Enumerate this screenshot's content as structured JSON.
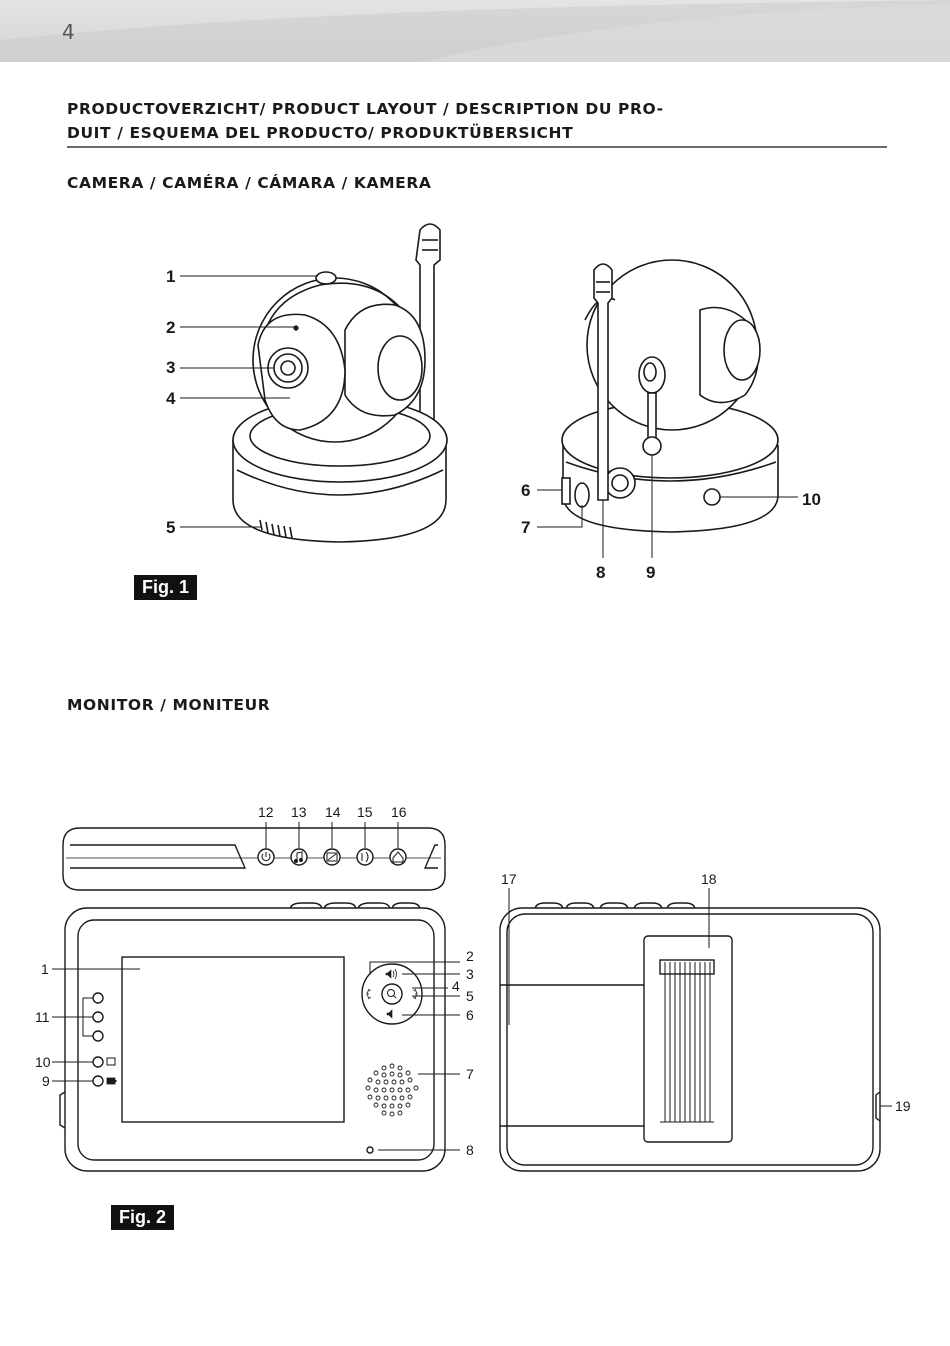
{
  "header": {
    "page_number": "4"
  },
  "title": {
    "line1": "PRODUCTOVERZICHT/ PRODUCT LAYOUT / DESCRIPTION DU PRO-",
    "line2": "DUIT / ESQUEMA DEL PRODUCTO/ PRODUKTÜBERSICHT"
  },
  "camera_section": {
    "heading": "CAMERA / CAMÉRA / CÁMARA / KAMERA",
    "fig_label": "Fig. 1",
    "front_callouts": [
      "1",
      "2",
      "3",
      "4",
      "5"
    ],
    "back_callouts": [
      "6",
      "7",
      "8",
      "9",
      "10"
    ]
  },
  "monitor_section": {
    "heading": "MONITOR / MONITEUR",
    "fig_label": "Fig. 2",
    "top_callouts": [
      "12",
      "13",
      "14",
      "15",
      "16"
    ],
    "left_callouts": [
      "1",
      "11",
      "10",
      "9"
    ],
    "right_callouts": [
      "2",
      "3",
      "4",
      "5",
      "6",
      "7",
      "8"
    ],
    "back_callouts": [
      "17",
      "18",
      "19"
    ]
  },
  "icons": {
    "power": "power-icon",
    "music": "music-note-icon",
    "video": "video-toggle-icon",
    "talk": "talk-icon",
    "temperature": "temperature-house-icon",
    "volume_up": "volume-up-icon",
    "volume_down": "volume-down-icon",
    "brightness": "brightness-icon",
    "zoom": "zoom-icon",
    "battery": "battery-icon"
  }
}
